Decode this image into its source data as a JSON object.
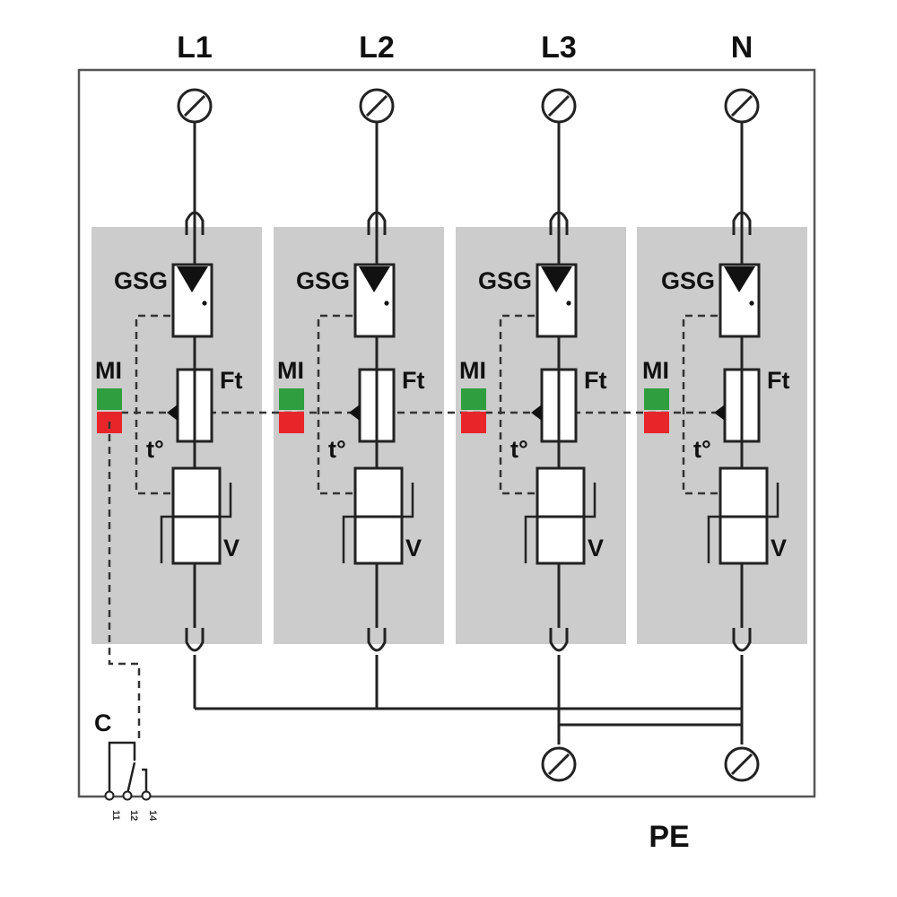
{
  "phases": [
    {
      "top_label": "L1",
      "gsg_label": "GSG",
      "mi_label": "MI",
      "ft_label": "Ft",
      "temp_label": "t°",
      "varistor_label": "V"
    },
    {
      "top_label": "L2",
      "gsg_label": "GSG",
      "mi_label": "MI",
      "ft_label": "Ft",
      "temp_label": "t°",
      "varistor_label": "V"
    },
    {
      "top_label": "L3",
      "gsg_label": "GSG",
      "mi_label": "MI",
      "ft_label": "Ft",
      "temp_label": "t°",
      "varistor_label": "V"
    },
    {
      "top_label": "N",
      "gsg_label": "GSG",
      "mi_label": "MI",
      "ft_label": "Ft",
      "temp_label": "t°",
      "varistor_label": "V"
    }
  ],
  "bottom": {
    "pe_label": "PE"
  },
  "contact": {
    "label": "C",
    "pins": [
      "11",
      "12",
      "14"
    ]
  },
  "colors": {
    "module_bg": "#cccccc",
    "indicator_ok": "#2e9e3e",
    "indicator_fault": "#e8262a"
  }
}
